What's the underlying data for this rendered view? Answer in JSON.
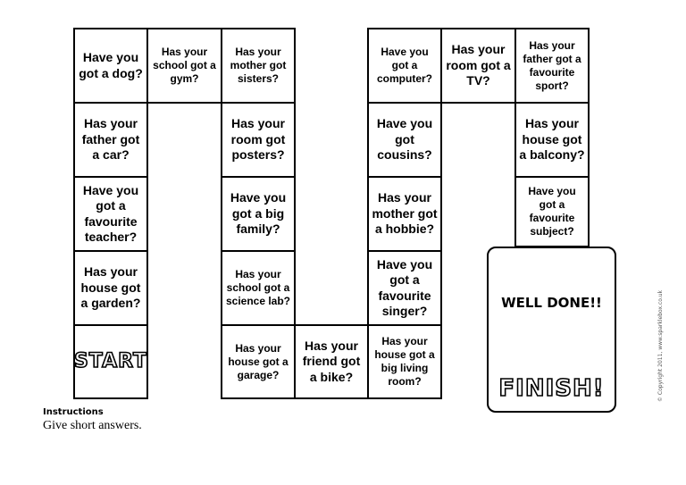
{
  "board": {
    "cells": [
      "Have you got a dog?",
      "Has your school got a gym?",
      "Has your mother got sisters?",
      "Has your father got a car?",
      "Has your room got posters?",
      "Have you got a favourite teacher?",
      "Have you got a big family?",
      "Has your house got a garden?",
      "Has your school got a science lab?",
      "Has your house got a garage?",
      "Has your friend got a bike?",
      "Has your house got a big living room?",
      "Have you got a favourite singer?",
      "Has your mother got a hobbie?",
      "Have you got cousins?",
      "Have you got a computer?",
      "Has your room got a TV?",
      "Has your father got a favourite sport?",
      "Has your house got a balcony?",
      "Have you got a favourite subject?"
    ],
    "start_label": "START",
    "finish_label": "FINISH!",
    "well_done": "WELL DONE!!"
  },
  "instructions": {
    "title": "Instructions",
    "text": "Give short answers."
  },
  "copyright": "© Copyright 2011, www.sparklebox.co.uk"
}
